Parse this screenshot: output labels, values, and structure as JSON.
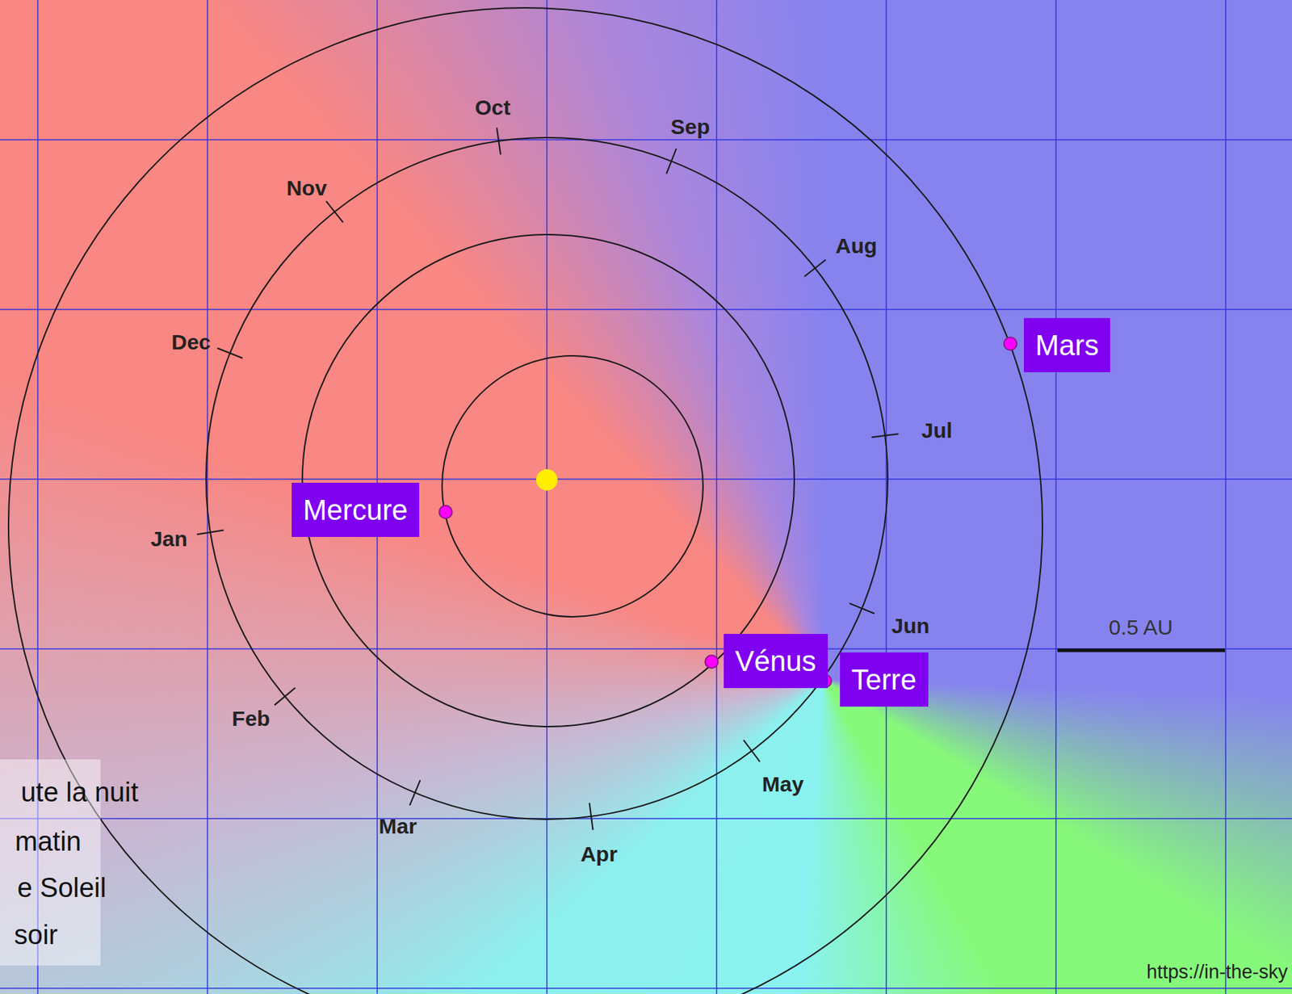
{
  "diagram": {
    "nodes": [
      {
        "text": [
          "Mars"
        ]
      },
      {
        "text": [
          "Mercure"
        ]
      },
      {
        "text": [
          "Vénus"
        ]
      },
      {
        "text": [
          "Terre"
        ]
      }
    ],
    "labels": [
      "Oct",
      "Sep",
      "Nov",
      "Aug",
      "Dec",
      "Jul",
      "Jan",
      "Jun",
      "Feb",
      "May",
      "Mar",
      "Apr",
      "0.5 AU",
      "ute la nuit",
      "matin",
      "e Soleil",
      "soir",
      "https://in-the-sky"
    ]
  }
}
